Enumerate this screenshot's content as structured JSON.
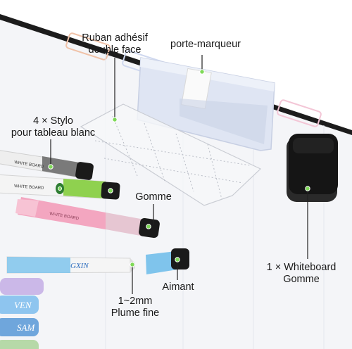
{
  "labels": {
    "tape_line1": "Ruban adhésif",
    "tape_line2": "double face",
    "holder": "porte-marqueur",
    "pens_line1": "4 × Stylo",
    "pens_line2": "pour tableau blanc",
    "eraser_tip": "Gomme",
    "whiteboard_eraser_line1": "1 × Whiteboard",
    "whiteboard_eraser_line2": "Gomme",
    "magnet": "Aimant",
    "tip_line1": "1~2mm",
    "tip_line2": "Plume fine"
  },
  "board_printed": {
    "day1": "VEN",
    "day2": "SAM"
  },
  "pen_printed": {
    "brand": "GXIN",
    "type": "WHITE BOARD"
  },
  "colors": {
    "callout_green": "#7ed957",
    "board_frame": "#1c1c1c",
    "board_surface": "#f4f5f8",
    "eraser_felt": "#151515",
    "pen_green": "#8fd14f",
    "pen_pink": "#f3a6c0",
    "pen_blue": "#7fc4ec"
  }
}
